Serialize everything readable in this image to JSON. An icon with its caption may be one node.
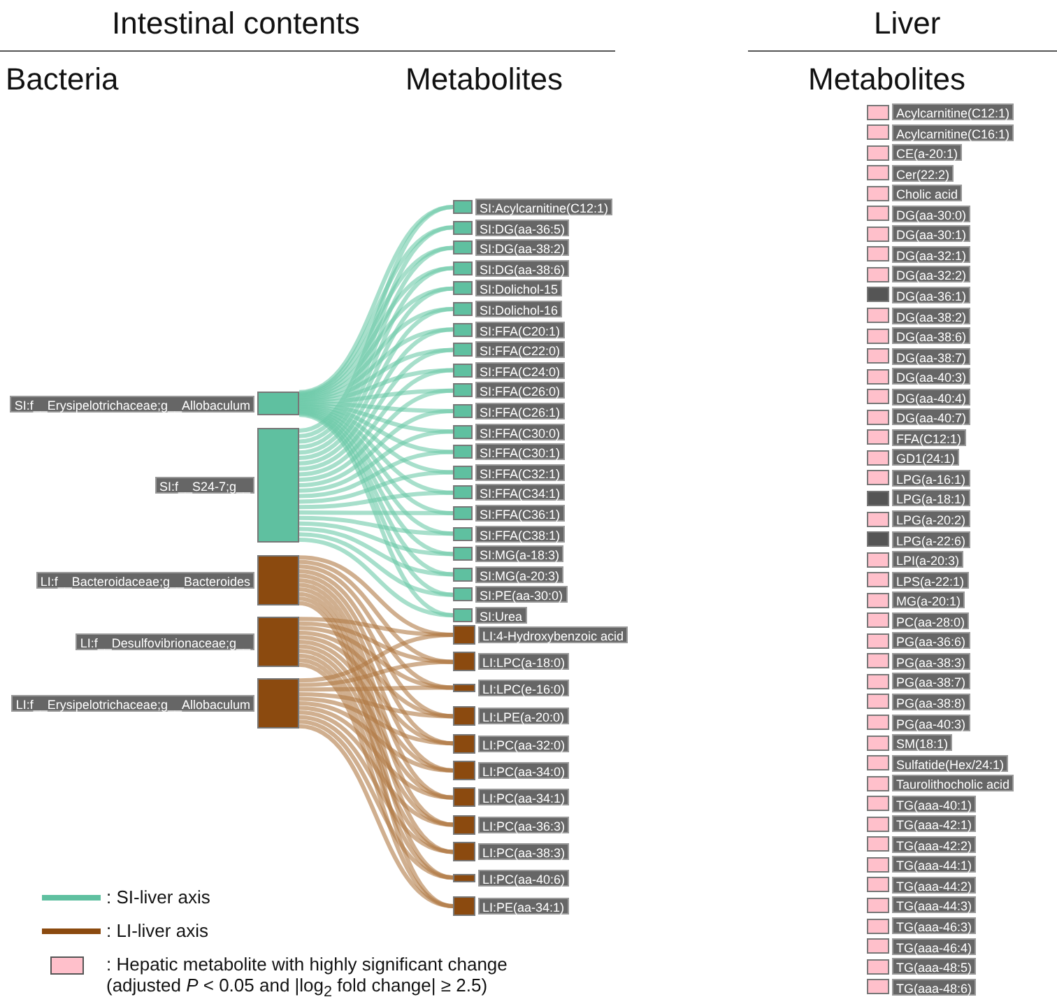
{
  "diagram": {
    "nodes": [
      {
        "text": [
          "SI:f__Erysipelotrichaceae;g__Allobaculum"
        ]
      },
      {
        "text": [
          "SI:f__S24-7;g__"
        ]
      },
      {
        "text": [
          "LI:f__Bacteroidaceae;g__Bacteroides"
        ]
      },
      {
        "text": [
          "LI:f__Desulfovibrionaceae;g__"
        ]
      },
      {
        "text": [
          "LI:f__Erysipelotrichaceae;g__Allobaculum"
        ]
      },
      {
        "text": [
          "SI:Acylcarnitine(C12:1)"
        ]
      },
      {
        "text": [
          "SI:DG(aa-36:5)"
        ]
      },
      {
        "text": [
          "SI:DG(aa-38:2)"
        ]
      },
      {
        "text": [
          "SI:DG(aa-38:6)"
        ]
      },
      {
        "text": [
          "SI:Dolichol-15"
        ]
      },
      {
        "text": [
          "SI:Dolichol-16"
        ]
      },
      {
        "text": [
          "SI:FFA(C20:1)"
        ]
      },
      {
        "text": [
          "SI:FFA(C22:0)"
        ]
      },
      {
        "text": [
          "SI:FFA(C24:0)"
        ]
      },
      {
        "text": [
          "SI:FFA(C26:0)"
        ]
      },
      {
        "text": [
          "SI:FFA(C26:1)"
        ]
      },
      {
        "text": [
          "SI:FFA(C30:0)"
        ]
      },
      {
        "text": [
          "SI:FFA(C30:1)"
        ]
      },
      {
        "text": [
          "SI:FFA(C32:1)"
        ]
      },
      {
        "text": [
          "SI:FFA(C34:1)"
        ]
      },
      {
        "text": [
          "SI:FFA(C36:1)"
        ]
      },
      {
        "text": [
          "SI:FFA(C38:1)"
        ]
      },
      {
        "text": [
          "SI:MG(a-18:3)"
        ]
      },
      {
        "text": [
          "SI:MG(a-20:3)"
        ]
      },
      {
        "text": [
          "SI:PE(aa-30:0)"
        ]
      },
      {
        "text": [
          "SI:Urea"
        ]
      },
      {
        "text": [
          "LI:4-Hydroxybenzoic acid"
        ]
      },
      {
        "text": [
          "LI:LPC(a-18:0)"
        ]
      },
      {
        "text": [
          "LI:LPC(e-16:0)"
        ]
      },
      {
        "text": [
          "LI:LPE(a-20:0)"
        ]
      },
      {
        "text": [
          "LI:PC(aa-32:0)"
        ]
      },
      {
        "text": [
          "LI:PC(aa-34:0)"
        ]
      },
      {
        "text": [
          "LI:PC(aa-34:1)"
        ]
      },
      {
        "text": [
          "LI:PC(aa-36:3)"
        ]
      },
      {
        "text": [
          "LI:PC(aa-38:3)"
        ]
      },
      {
        "text": [
          "LI:PC(aa-40:6)"
        ]
      },
      {
        "text": [
          "LI:PE(aa-34:1)"
        ]
      },
      {
        "text": [
          "Acylcarnitine(C12:1)"
        ]
      },
      {
        "text": [
          "Acylcarnitine(C16:1)"
        ]
      },
      {
        "text": [
          "CE(a-20:1)"
        ]
      },
      {
        "text": [
          "Cer(22:2)"
        ]
      },
      {
        "text": [
          "Cholic acid"
        ]
      },
      {
        "text": [
          "DG(aa-30:0)"
        ]
      },
      {
        "text": [
          "DG(aa-30:1)"
        ]
      },
      {
        "text": [
          "DG(aa-32:1)"
        ]
      },
      {
        "text": [
          "DG(aa-32:2)"
        ]
      },
      {
        "text": [
          "DG(aa-36:1)"
        ]
      },
      {
        "text": [
          "DG(aa-38:2)"
        ]
      },
      {
        "text": [
          "DG(aa-38:6)"
        ]
      },
      {
        "text": [
          "DG(aa-38:7)"
        ]
      },
      {
        "text": [
          "DG(aa-40:3)"
        ]
      },
      {
        "text": [
          "DG(aa-40:4)"
        ]
      },
      {
        "text": [
          "DG(aa-40:7)"
        ]
      },
      {
        "text": [
          "FFA(C12:1)"
        ]
      },
      {
        "text": [
          "GD1(24:1)"
        ]
      },
      {
        "text": [
          "LPG(a-16:1)"
        ]
      },
      {
        "text": [
          "LPG(a-18:1)"
        ]
      },
      {
        "text": [
          "LPG(a-20:2)"
        ]
      },
      {
        "text": [
          "LPG(a-22:6)"
        ]
      },
      {
        "text": [
          "LPI(a-20:3)"
        ]
      },
      {
        "text": [
          "LPS(a-22:1)"
        ]
      },
      {
        "text": [
          "MG(a-20:1)"
        ]
      },
      {
        "text": [
          "PC(aa-28:0)"
        ]
      },
      {
        "text": [
          "PG(aa-36:6)"
        ]
      },
      {
        "text": [
          "PG(aa-38:3)"
        ]
      },
      {
        "text": [
          "PG(aa-38:7)"
        ]
      },
      {
        "text": [
          "PG(aa-38:8)"
        ]
      },
      {
        "text": [
          "PG(aa-40:3)"
        ]
      },
      {
        "text": [
          "SM(18:1)"
        ]
      },
      {
        "text": [
          "Sulfatide(Hex/24:1)"
        ]
      },
      {
        "text": [
          "Taurolithocholic acid"
        ]
      },
      {
        "text": [
          "TG(aaa-40:1)"
        ]
      },
      {
        "text": [
          "TG(aaa-42:1)"
        ]
      },
      {
        "text": [
          "TG(aaa-42:2)"
        ]
      },
      {
        "text": [
          "TG(aaa-44:1)"
        ]
      },
      {
        "text": [
          "TG(aaa-44:2)"
        ]
      },
      {
        "text": [
          "TG(aaa-44:3)"
        ]
      },
      {
        "text": [
          "TG(aaa-46:3)"
        ]
      },
      {
        "text": [
          "TG(aaa-46:4)"
        ]
      },
      {
        "text": [
          "TG(aaa-48:5)"
        ]
      },
      {
        "text": [
          "TG(aaa-48:6)"
        ]
      }
    ],
    "edges": [
      {
        "from": 0,
        "to": 5,
        "arrow": "none",
        "color": "#6cc9a8"
      },
      {
        "from": 0,
        "to": 6,
        "arrow": "none",
        "color": "#6cc9a8"
      },
      {
        "from": 0,
        "to": 7,
        "arrow": "none",
        "color": "#6cc9a8"
      },
      {
        "from": 0,
        "to": 8,
        "arrow": "none",
        "color": "#6cc9a8"
      },
      {
        "from": 0,
        "to": 9,
        "arrow": "none",
        "color": "#6cc9a8"
      },
      {
        "from": 0,
        "to": 10,
        "arrow": "none",
        "color": "#6cc9a8"
      },
      {
        "from": 0,
        "to": 11,
        "arrow": "none",
        "color": "#6cc9a8"
      },
      {
        "from": 0,
        "to": 12,
        "arrow": "none",
        "color": "#6cc9a8"
      },
      {
        "from": 0,
        "to": 13,
        "arrow": "none",
        "color": "#6cc9a8"
      },
      {
        "from": 0,
        "to": 14,
        "arrow": "none",
        "color": "#6cc9a8"
      },
      {
        "from": 0,
        "to": 15,
        "arrow": "none",
        "color": "#6cc9a8"
      },
      {
        "from": 0,
        "to": 16,
        "arrow": "none",
        "color": "#6cc9a8"
      },
      {
        "from": 0,
        "to": 17,
        "arrow": "none",
        "color": "#6cc9a8"
      },
      {
        "from": 0,
        "to": 18,
        "arrow": "none",
        "color": "#6cc9a8"
      },
      {
        "from": 0,
        "to": 19,
        "arrow": "none",
        "color": "#6cc9a8"
      },
      {
        "from": 0,
        "to": 20,
        "arrow": "none",
        "color": "#6cc9a8"
      },
      {
        "from": 0,
        "to": 21,
        "arrow": "none",
        "color": "#6cc9a8"
      },
      {
        "from": 0,
        "to": 22,
        "arrow": "none",
        "color": "#6cc9a8"
      },
      {
        "from": 0,
        "to": 23,
        "arrow": "none",
        "color": "#6cc9a8"
      },
      {
        "from": 0,
        "to": 24,
        "arrow": "none",
        "color": "#6cc9a8"
      },
      {
        "from": 0,
        "to": 25,
        "arrow": "none",
        "color": "#6cc9a8"
      },
      {
        "from": 1,
        "to": 5,
        "arrow": "none",
        "color": "#6cc9a8"
      },
      {
        "from": 1,
        "to": 6,
        "arrow": "none",
        "color": "#6cc9a8"
      },
      {
        "from": 1,
        "to": 7,
        "arrow": "none",
        "color": "#6cc9a8"
      },
      {
        "from": 1,
        "to": 8,
        "arrow": "none",
        "color": "#6cc9a8"
      },
      {
        "from": 1,
        "to": 9,
        "arrow": "none",
        "color": "#6cc9a8"
      },
      {
        "from": 1,
        "to": 10,
        "arrow": "none",
        "color": "#6cc9a8"
      },
      {
        "from": 1,
        "to": 11,
        "arrow": "none",
        "color": "#6cc9a8"
      },
      {
        "from": 1,
        "to": 12,
        "arrow": "none",
        "color": "#6cc9a8"
      },
      {
        "from": 1,
        "to": 13,
        "arrow": "none",
        "color": "#6cc9a8"
      },
      {
        "from": 1,
        "to": 14,
        "arrow": "none",
        "color": "#6cc9a8"
      },
      {
        "from": 1,
        "to": 15,
        "arrow": "none",
        "color": "#6cc9a8"
      },
      {
        "from": 1,
        "to": 16,
        "arrow": "none",
        "color": "#6cc9a8"
      },
      {
        "from": 1,
        "to": 17,
        "arrow": "none",
        "color": "#6cc9a8"
      },
      {
        "from": 1,
        "to": 18,
        "arrow": "none",
        "color": "#6cc9a8"
      },
      {
        "from": 1,
        "to": 19,
        "arrow": "none",
        "color": "#6cc9a8"
      },
      {
        "from": 1,
        "to": 20,
        "arrow": "none",
        "color": "#6cc9a8"
      },
      {
        "from": 1,
        "to": 21,
        "arrow": "none",
        "color": "#6cc9a8"
      },
      {
        "from": 1,
        "to": 22,
        "arrow": "none",
        "color": "#6cc9a8"
      },
      {
        "from": 1,
        "to": 23,
        "arrow": "none",
        "color": "#6cc9a8"
      },
      {
        "from": 1,
        "to": 24,
        "arrow": "none",
        "color": "#6cc9a8"
      },
      {
        "from": 1,
        "to": 25,
        "arrow": "none",
        "color": "#6cc9a8"
      },
      {
        "from": 2,
        "to": 26,
        "arrow": "none",
        "color": "#b07a45"
      },
      {
        "from": 2,
        "to": 27,
        "arrow": "none",
        "color": "#b07a45"
      },
      {
        "from": 2,
        "to": 28,
        "arrow": "none",
        "color": "#b07a45"
      },
      {
        "from": 2,
        "to": 29,
        "arrow": "none",
        "color": "#b07a45"
      },
      {
        "from": 2,
        "to": 30,
        "arrow": "none",
        "color": "#b07a45"
      },
      {
        "from": 2,
        "to": 31,
        "arrow": "none",
        "color": "#b07a45"
      },
      {
        "from": 2,
        "to": 32,
        "arrow": "none",
        "color": "#b07a45"
      },
      {
        "from": 2,
        "to": 33,
        "arrow": "none",
        "color": "#b07a45"
      },
      {
        "from": 2,
        "to": 34,
        "arrow": "none",
        "color": "#b07a45"
      },
      {
        "from": 2,
        "to": 35,
        "arrow": "none",
        "color": "#b07a45"
      },
      {
        "from": 2,
        "to": 36,
        "arrow": "none",
        "color": "#b07a45"
      },
      {
        "from": 3,
        "to": 26,
        "arrow": "none",
        "color": "#b07a45"
      },
      {
        "from": 3,
        "to": 27,
        "arrow": "none",
        "color": "#b07a45"
      },
      {
        "from": 3,
        "to": 28,
        "arrow": "none",
        "color": "#b07a45"
      },
      {
        "from": 3,
        "to": 29,
        "arrow": "none",
        "color": "#b07a45"
      },
      {
        "from": 3,
        "to": 30,
        "arrow": "none",
        "color": "#b07a45"
      },
      {
        "from": 3,
        "to": 31,
        "arrow": "none",
        "color": "#b07a45"
      },
      {
        "from": 3,
        "to": 32,
        "arrow": "none",
        "color": "#b07a45"
      },
      {
        "from": 3,
        "to": 33,
        "arrow": "none",
        "color": "#b07a45"
      },
      {
        "from": 3,
        "to": 34,
        "arrow": "none",
        "color": "#b07a45"
      },
      {
        "from": 3,
        "to": 35,
        "arrow": "none",
        "color": "#b07a45"
      },
      {
        "from": 3,
        "to": 36,
        "arrow": "none",
        "color": "#b07a45"
      },
      {
        "from": 4,
        "to": 26,
        "arrow": "none",
        "color": "#b07a45"
      },
      {
        "from": 4,
        "to": 27,
        "arrow": "none",
        "color": "#b07a45"
      },
      {
        "from": 4,
        "to": 28,
        "arrow": "none",
        "color": "#b07a45"
      },
      {
        "from": 4,
        "to": 29,
        "arrow": "none",
        "color": "#b07a45"
      },
      {
        "from": 4,
        "to": 30,
        "arrow": "none",
        "color": "#b07a45"
      },
      {
        "from": 4,
        "to": 31,
        "arrow": "none",
        "color": "#b07a45"
      },
      {
        "from": 4,
        "to": 32,
        "arrow": "none",
        "color": "#b07a45"
      },
      {
        "from": 4,
        "to": 33,
        "arrow": "none",
        "color": "#b07a45"
      },
      {
        "from": 4,
        "to": 34,
        "arrow": "none",
        "color": "#b07a45"
      },
      {
        "from": 4,
        "to": 35,
        "arrow": "none",
        "color": "#b07a45"
      },
      {
        "from": 4,
        "to": 36,
        "arrow": "none",
        "color": "#b07a45"
      }
    ],
    "labels": [
      "Intestinal contents",
      "Liver",
      "Bacteria",
      "Metabolites",
      "Metabolites"
    ],
    "legend": [
      {
        "text": ": SI-liver axis"
      },
      {
        "text": ": LI-liver axis"
      },
      {
        "text": ": Hepatic metabolite with highly significant change (adjusted *P* < 0.05 and |log$_{2}$ fold change| ≥ 2.5)",
        "color": "#ffc0cb"
      }
    ]
  }
}
